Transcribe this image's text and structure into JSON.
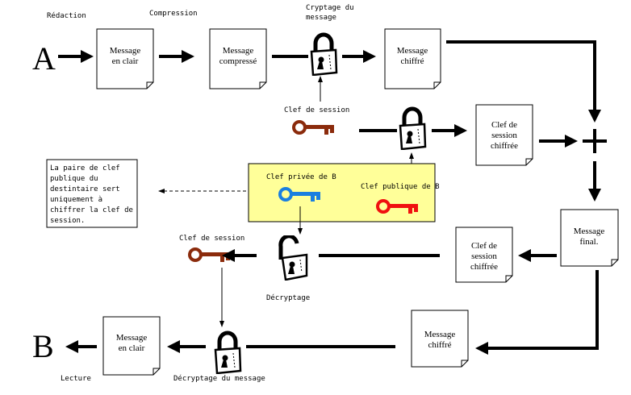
{
  "sender": "A",
  "receiver": "B",
  "labels": {
    "redaction": "Rédaction",
    "compression": "Compression",
    "cryptage_1": "Cryptage du",
    "cryptage_2": "message",
    "clef_session_top": "Clef de session",
    "clef_privee": "Clef privée de B",
    "clef_publique": "Clef publique de B",
    "clef_session_bottom": "Clef de session",
    "decryptage": "Décryptage",
    "lecture": "Lecture",
    "decryptage_message": "Décryptage du message"
  },
  "documents": {
    "clair_top": [
      "Message",
      "en clair"
    ],
    "compresse": [
      "Message",
      "compressé"
    ],
    "chiffre_top": [
      "Message",
      "chiffré"
    ],
    "clef_chiffree_top": [
      "Clef de",
      "session",
      "chiffrée"
    ],
    "final": [
      "Message",
      "final."
    ],
    "clef_chiffree_bottom": [
      "Clef de",
      "session",
      "chiffrée"
    ],
    "chiffre_bottom": [
      "Message",
      "chiffré"
    ],
    "clair_bottom": [
      "Message",
      "en clair"
    ]
  },
  "note": [
    "La paire de clef",
    "publique du",
    "destintaire sert",
    "uniquement à",
    "chiffrer la clef de",
    "session."
  ],
  "colors": {
    "session_key": "#8b2b0c",
    "private_key": "#1a7fe0",
    "public_key": "#f01010",
    "highlight": "#ffff99"
  }
}
